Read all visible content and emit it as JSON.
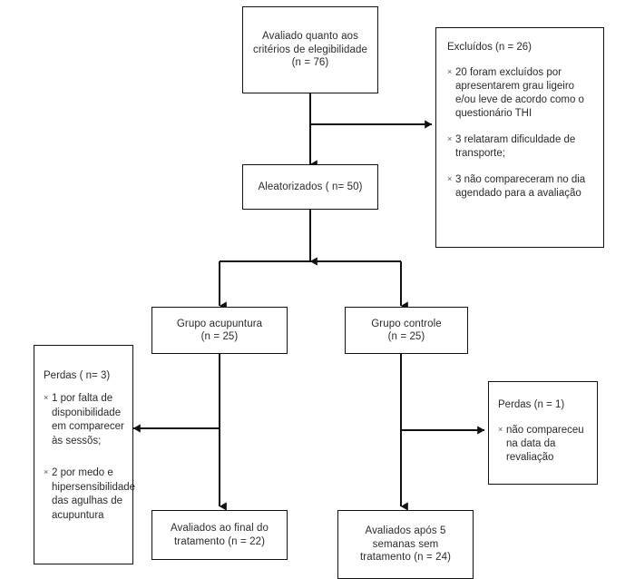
{
  "diagram": {
    "title": "CONSORT participant flow diagram",
    "line_color": "#111111",
    "text_color": "#2b2b2b",
    "background": "#ffffff",
    "bullet_glyph": "×"
  },
  "nodes": {
    "eligibility": {
      "text": "Avaliado quanto aos\ncritérios de elegibilidade\n(n = 76)"
    },
    "excluded": {
      "title": "Excluídos (n = 26)",
      "items": [
        "20 foram excluídos por apresentarem grau ligeiro e/ou leve de acordo como o questionário THI",
        "3 relataram dificuldade de transporte;",
        "3 não compareceram no dia agendado para a avaliação"
      ]
    },
    "randomized": {
      "text": "Aleatorizados ( n= 50)"
    },
    "group_acupuncture": {
      "text": "Grupo acupuntura\n(n = 25)"
    },
    "group_control": {
      "text": "Grupo controle\n(n = 25)"
    },
    "losses_acupuncture": {
      "title": "Perdas ( n= 3)",
      "items": [
        "1 por falta de disponibilidade em comparecer às sessõs;",
        "2 por medo e hipersensibilidade das agulhas de acupuntura"
      ]
    },
    "losses_control": {
      "title": "Perdas (n = 1)",
      "items": [
        "não compareceu na data da revaliação"
      ]
    },
    "assessed_acupuncture": {
      "text": "Avaliados ao final do\ntratamento (n = 22)"
    },
    "assessed_control": {
      "text": "Avaliados após 5\nsemanas sem\ntratamento (n = 24)"
    }
  }
}
